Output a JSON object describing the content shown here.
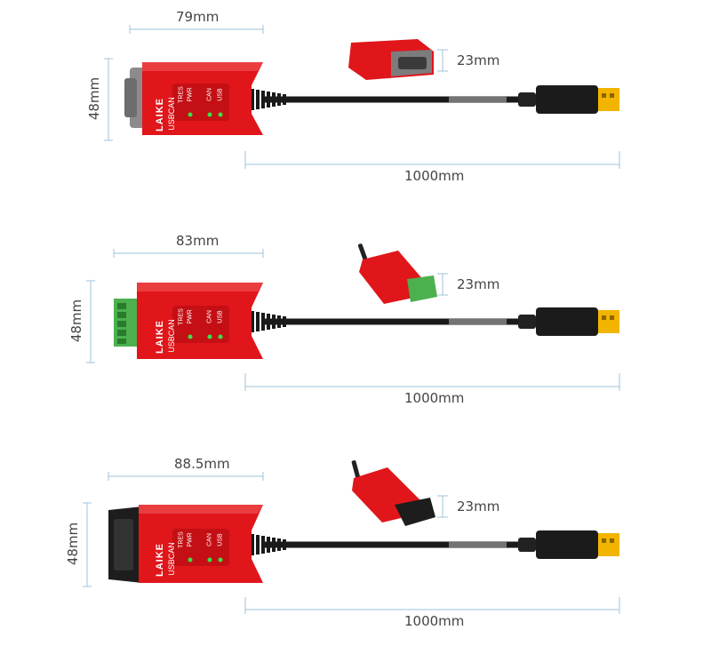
{
  "brand": {
    "logo": "LAIKE",
    "model": "USBCAN"
  },
  "led_labels": [
    "TRES",
    "PWR",
    "CAN",
    "USB"
  ],
  "colors": {
    "device_red": "#e0161b",
    "led_green": "#39e048",
    "dimension_line": "#9fc3da",
    "cable": "#1a1a1a",
    "usb_plug": "#f3b400"
  },
  "products": [
    {
      "id": "db9",
      "connector": "DB9",
      "width_label": "79mm",
      "height_label": "48mm",
      "thickness_label": "23mm",
      "cable_label": "1000mm"
    },
    {
      "id": "terminal",
      "connector": "terminal-block",
      "width_label": "83mm",
      "height_label": "48mm",
      "thickness_label": "23mm",
      "cable_label": "1000mm"
    },
    {
      "id": "obd",
      "connector": "OBD",
      "width_label": "88.5mm",
      "height_label": "48mm",
      "thickness_label": "23mm",
      "cable_label": "1000mm"
    }
  ]
}
